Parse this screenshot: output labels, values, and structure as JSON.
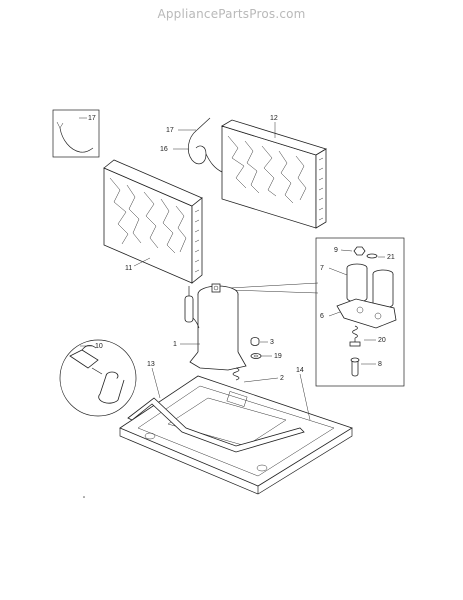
{
  "watermark": "AppliancePartsPros.com",
  "callouts": {
    "p1": "1",
    "p2": "2",
    "p3": "3",
    "p6": "6",
    "p7": "7",
    "p8": "8",
    "p9": "9",
    "p10": "10",
    "p11": "11",
    "p12": "12",
    "p13": "13",
    "p14": "14",
    "p16": "16",
    "p17a": "17",
    "p17b": "17",
    "p19": "19",
    "p20": "20",
    "p21": "21"
  }
}
